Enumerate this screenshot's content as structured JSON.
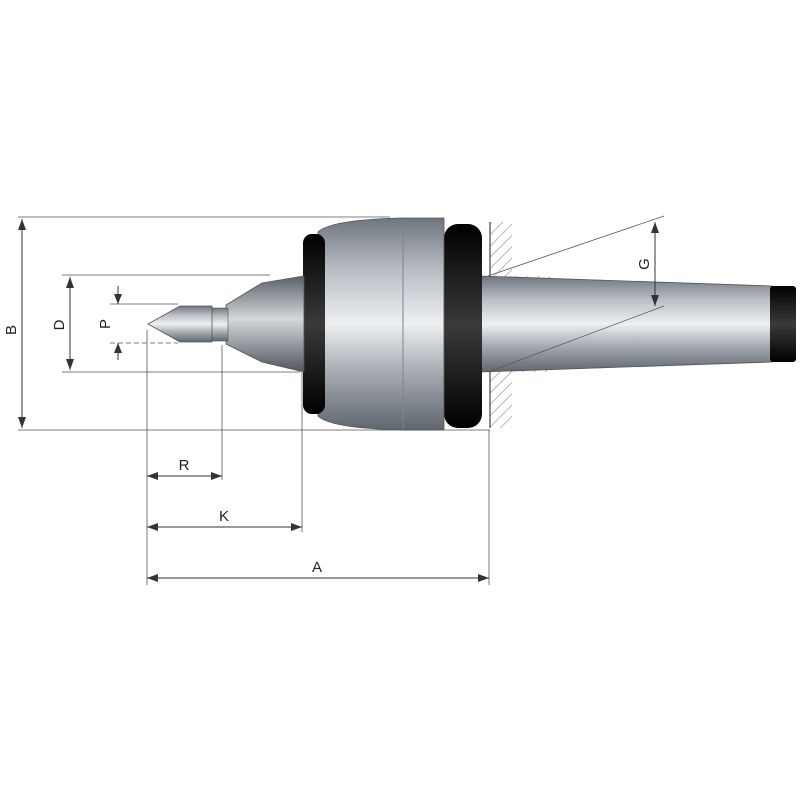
{
  "diagram": {
    "labels": {
      "a": "A",
      "b": "B",
      "d": "D",
      "p": "P",
      "g": "G",
      "r": "R",
      "k": "K"
    },
    "colors": {
      "steel_dark": "#6e757c",
      "steel_light": "#eef0f2",
      "seal": "#1a1a1a",
      "line": "#333333"
    }
  }
}
